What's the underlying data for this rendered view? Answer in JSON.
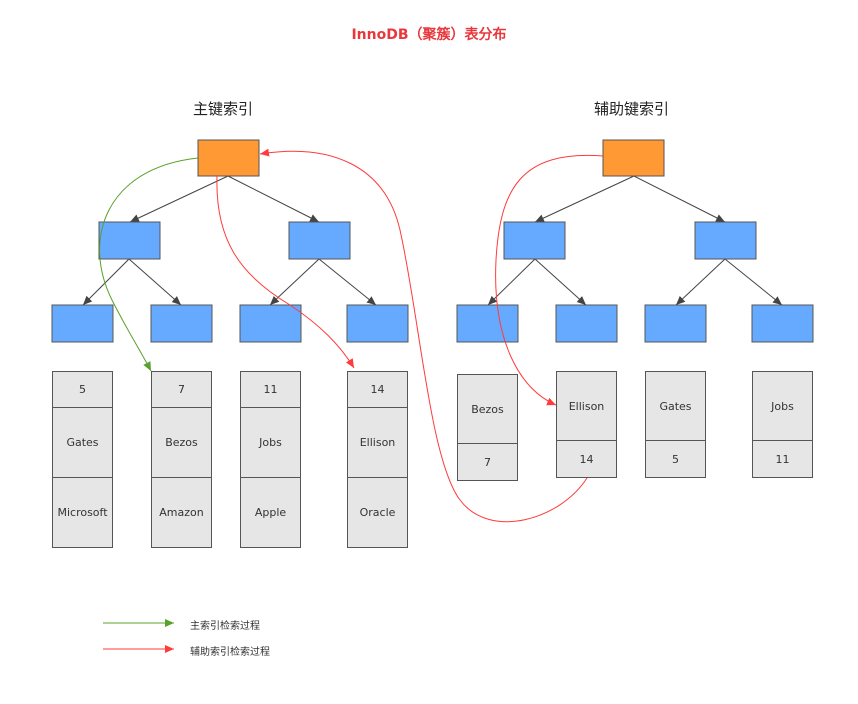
{
  "title": "InnoDB（聚簇）表分布",
  "primary_tree": {
    "title": "主键索引",
    "leaves": [
      {
        "key": "5",
        "name": "Gates",
        "company": "Microsoft"
      },
      {
        "key": "7",
        "name": "Bezos",
        "company": "Amazon"
      },
      {
        "key": "11",
        "name": "Jobs",
        "company": "Apple"
      },
      {
        "key": "14",
        "name": "Ellison",
        "company": "Oracle"
      }
    ]
  },
  "secondary_tree": {
    "title": "辅助键索引",
    "leaves": [
      {
        "name": "Bezos",
        "key": "7"
      },
      {
        "name": "Ellison",
        "key": "14"
      },
      {
        "name": "Gates",
        "key": "5"
      },
      {
        "name": "Jobs",
        "key": "11"
      }
    ]
  },
  "legend": {
    "primary": "主索引检索过程",
    "secondary": "辅助索引检索过程"
  },
  "colors": {
    "root": "#ff9933",
    "node": "#66aaff",
    "leaf": "#e6e6e6",
    "primary_path": "#5aa02c",
    "secondary_path": "#ff3b3b",
    "title": "#e8383d"
  }
}
